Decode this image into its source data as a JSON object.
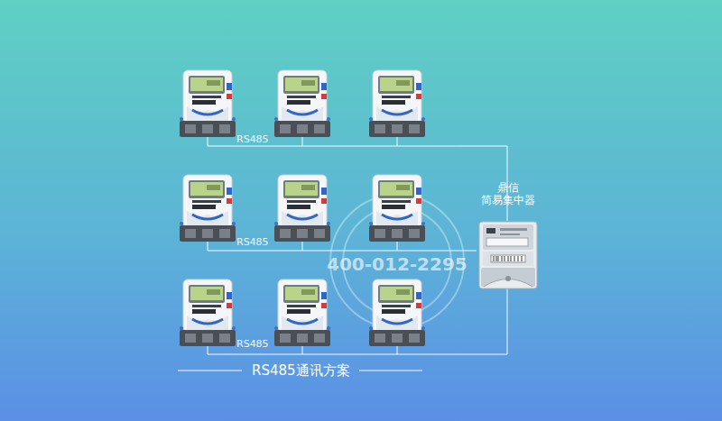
{
  "diagram": {
    "caption": "RS485通讯方案",
    "nodes": [
      {
        "text": [
          "鼎信 简易集中器"
        ]
      }
    ],
    "labels": [
      "RS485",
      "RS485",
      "RS485",
      "400-012-2295"
    ]
  }
}
